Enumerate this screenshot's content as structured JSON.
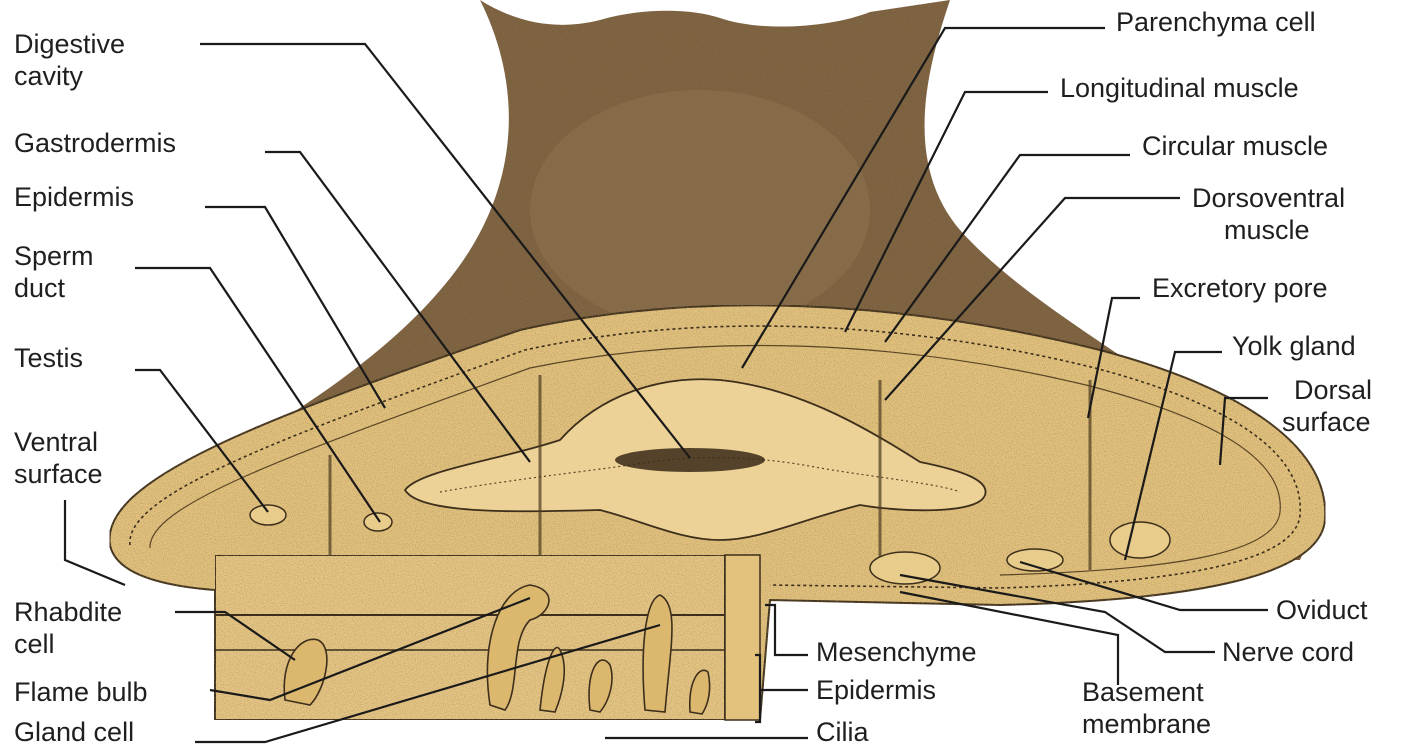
{
  "colors": {
    "background": "#ffffff",
    "upper_body": "#7b6140",
    "upper_body_dark": "#5e4a31",
    "tissue": "#e3c27e",
    "tissue_light": "#ecd296",
    "outline": "#3d2f1c",
    "leader_line": "#1a1a1a",
    "label_text": "#1f1f1f"
  },
  "labels": {
    "digestive_cavity": [
      "Digestive",
      "cavity"
    ],
    "gastrodermis": "Gastrodermis",
    "epidermis_left": "Epidermis",
    "sperm_duct": [
      "Sperm",
      "duct"
    ],
    "testis": "Testis",
    "ventral_surface": [
      "Ventral",
      "surface"
    ],
    "rhabdite_cell": [
      "Rhabdite",
      "cell"
    ],
    "flame_bulb": "Flame bulb",
    "gland_cell": "Gland cell",
    "parenchyma_cell": "Parenchyma cell",
    "longitudinal_muscle": "Longitudinal muscle",
    "circular_muscle": "Circular muscle",
    "dorsoventral_muscle": [
      "Dorsoventral",
      "muscle"
    ],
    "excretory_pore": "Excretory pore",
    "yolk_gland": "Yolk gland",
    "dorsal_surface": [
      "Dorsal",
      "surface"
    ],
    "oviduct": "Oviduct",
    "nerve_cord": "Nerve cord",
    "basement_membrane": [
      "Basement",
      "membrane"
    ],
    "mesenchyme": "Mesenchyme",
    "epidermis_bottom": "Epidermis",
    "cilia": "Cilia"
  }
}
